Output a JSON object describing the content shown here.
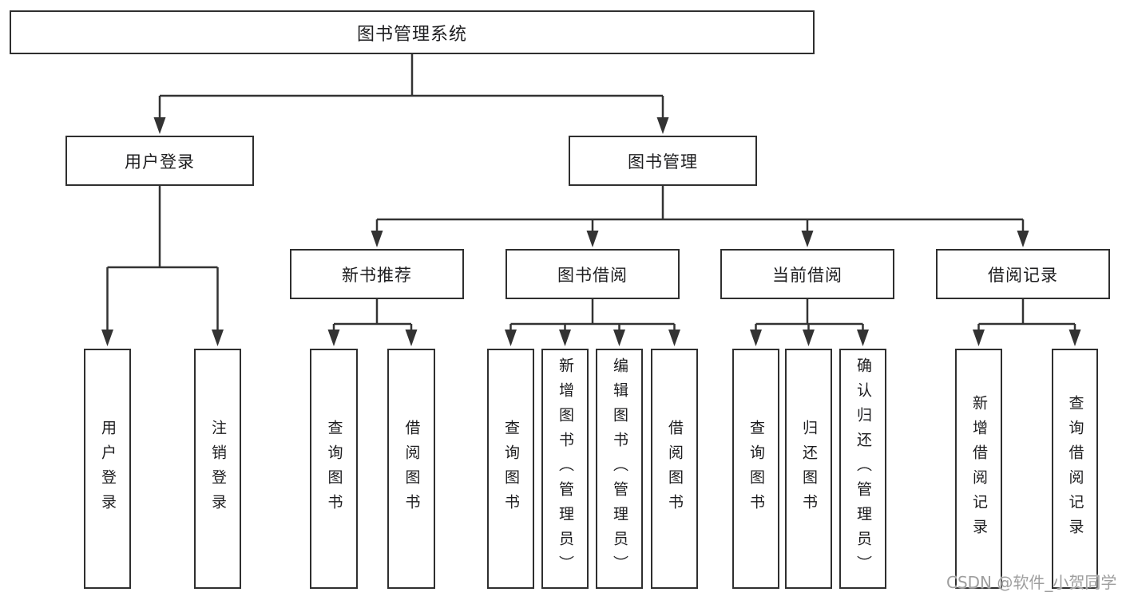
{
  "page": {
    "background_color": "#ffffff",
    "line_color": "#333333",
    "box_border_color": "#2f2f2f",
    "text_color": "#1d1d1f"
  },
  "tree": {
    "root": {
      "label": "图书管理系统"
    },
    "level2": [
      {
        "label": "用户登录"
      },
      {
        "label": "图书管理"
      }
    ],
    "level3": [
      {
        "label": "新书推荐"
      },
      {
        "label": "图书借阅"
      },
      {
        "label": "当前借阅"
      },
      {
        "label": "借阅记录"
      }
    ],
    "leaves": {
      "user_login": [
        {
          "label": "用户登录"
        },
        {
          "label": "注销登录"
        }
      ],
      "new_book_recommend": [
        {
          "label": "查询图书"
        },
        {
          "label": "借阅图书"
        }
      ],
      "book_borrow": [
        {
          "label": "查询图书"
        },
        {
          "label": "新增图书（管理员）"
        },
        {
          "label": "编辑图书（管理员）"
        },
        {
          "label": "借阅图书"
        }
      ],
      "current_borrow": [
        {
          "label": "查询图书"
        },
        {
          "label": "归还图书"
        },
        {
          "label": "确认归还（管理员）"
        }
      ],
      "borrow_record": [
        {
          "label": "新增借阅记录"
        },
        {
          "label": "查询借阅记录"
        }
      ]
    }
  },
  "watermark": {
    "text": "CSDN @软件_小贺同学",
    "color": "#9e9e9e"
  }
}
